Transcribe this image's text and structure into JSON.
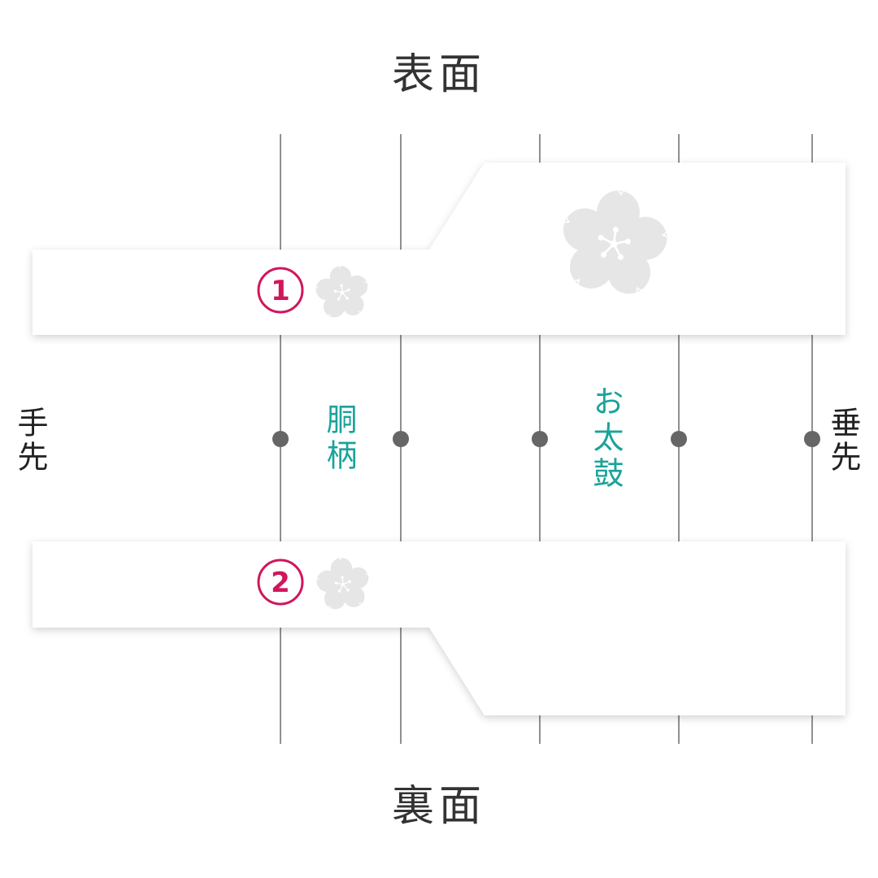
{
  "headings": {
    "front": "表面",
    "back": "裏面"
  },
  "ends": {
    "left": "手先",
    "right": "垂先"
  },
  "sections": {
    "body_pattern": "胴柄",
    "otaiko": "お太鼓"
  },
  "markers": {
    "first": "1",
    "second": "2"
  },
  "colors": {
    "accent": "#D0175C",
    "section_label": "#1AA39A",
    "divider_line": "#555555",
    "divider_dot": "#666666",
    "flower": "#E6E6E6",
    "heading_text": "#333333"
  },
  "icons": {
    "flower": "sakura-flower-icon"
  }
}
